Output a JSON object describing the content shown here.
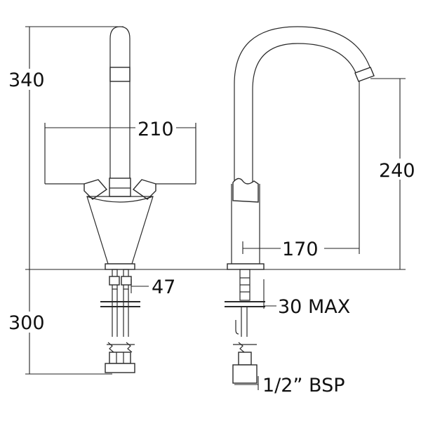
{
  "dimensions": {
    "front_height": "340",
    "front_spread": "210",
    "front_base": "47",
    "below_counter": "300",
    "side_height": "240",
    "side_reach": "170",
    "deck_thickness": "30 MAX",
    "connection": "1/2” BSP"
  },
  "colors": {
    "line": "#2a2a2a",
    "background": "#ffffff"
  }
}
